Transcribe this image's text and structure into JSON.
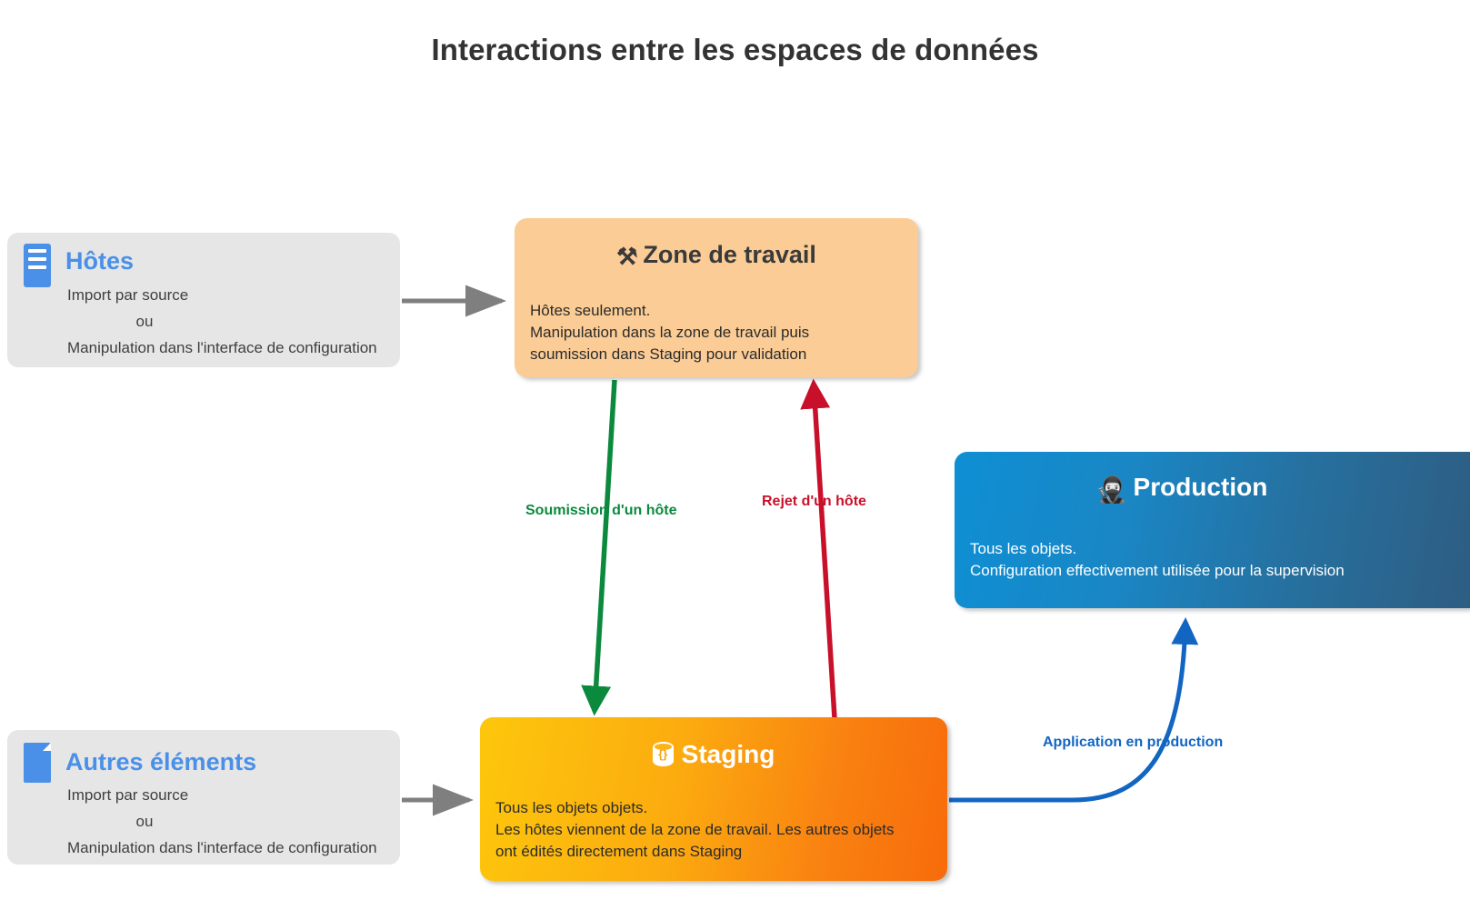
{
  "title": "Interactions entre les espaces de données",
  "nodes": {
    "hotes": {
      "icon": "server-icon",
      "title": "Hôtes",
      "line1": "Import par source",
      "line2": "ou",
      "line3": "Manipulation dans l'interface de configuration"
    },
    "autres": {
      "icon": "document-icon",
      "title": "Autres éléments",
      "line1": "Import par source",
      "line2": "ou",
      "line3": "Manipulation dans l'interface de configuration"
    },
    "zone_de_travail": {
      "icon": "tools-icon",
      "icon_glyph": "⚒",
      "title": "Zone de travail",
      "body": "Hôtes seulement.\nManipulation dans la zone de travail puis\nsoumission dans Staging pour validation"
    },
    "staging": {
      "icon": "database-icon",
      "title": "Staging",
      "body": "Tous les objets objets.\nLes hôtes viennent de la zone de travail. Les autres objets\nont édités directement dans Staging"
    },
    "production": {
      "icon": "ninja-icon",
      "icon_glyph": "🥷",
      "title": "Production",
      "body": "Tous les objets.\nConfiguration effectivement utilisée pour la supervision"
    }
  },
  "edges": {
    "hotes_to_zone": {
      "label": "",
      "color": "#7f7f7f"
    },
    "autres_to_staging": {
      "label": "",
      "color": "#7f7f7f"
    },
    "zone_to_staging": {
      "label": "Soumission d'un hôte",
      "color": "#0b8a3d"
    },
    "staging_to_zone": {
      "label": "Rejet d'un hôte",
      "color": "#c9102b"
    },
    "staging_to_production": {
      "label": "Application en production",
      "color": "#1266c2"
    }
  },
  "colors": {
    "title_text": "#333333",
    "source_card_bg": "#e6e6e6",
    "source_title": "#4a90e8",
    "zone_bg": "#fbcc95",
    "staging_gradient_start": "#fdc70c",
    "staging_gradient_end": "#f76b0b",
    "production_gradient_start": "#0e8fd4",
    "production_gradient_end": "#2e5d82",
    "green_edge": "#0b8a3d",
    "red_edge": "#c9102b",
    "blue_edge": "#1266c2",
    "gray_edge": "#7f7f7f"
  }
}
